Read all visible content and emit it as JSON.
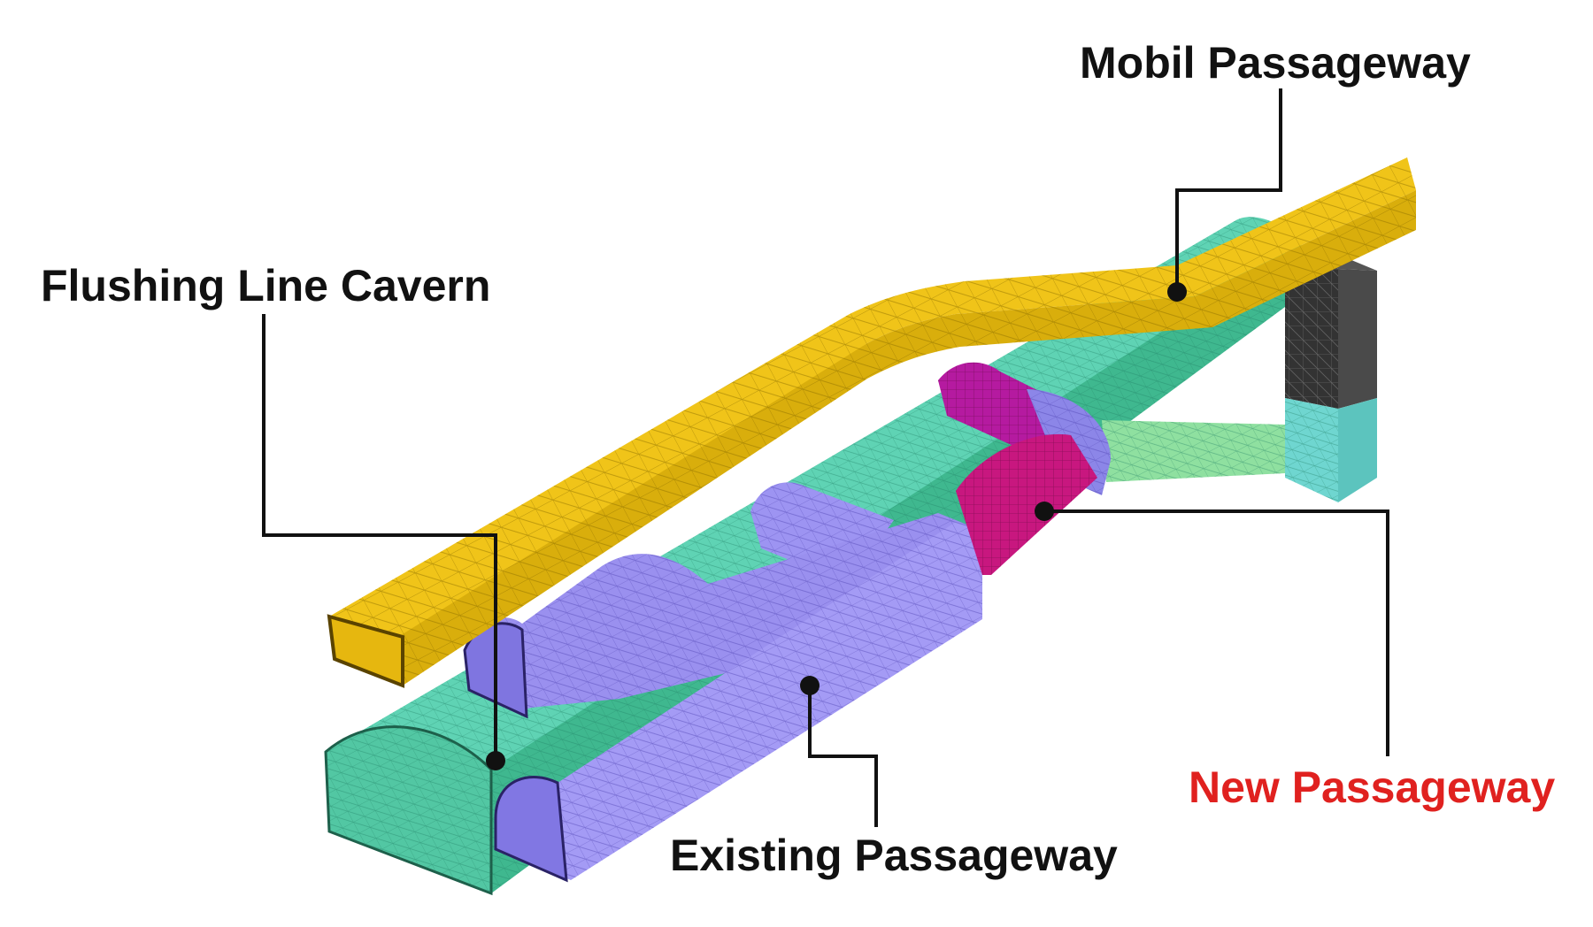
{
  "labels": {
    "mobil_passageway": "Mobil Passageway",
    "flushing_line_cavern": "Flushing Line Cavern",
    "existing_passageway": "Existing Passageway",
    "new_passageway": "New Passageway"
  },
  "colors": {
    "cavern": "#5fd3b4",
    "mobil_passageway": "#f0c419",
    "existing_passageway": "#9d94f2",
    "new_passageway": "#c8177f",
    "shaft_top": "#3a3a3a",
    "shaft_bottom": "#6fd6d0",
    "branch": "#8fe0a0",
    "label_text": "#111111",
    "highlight_label": "#e0211f"
  }
}
